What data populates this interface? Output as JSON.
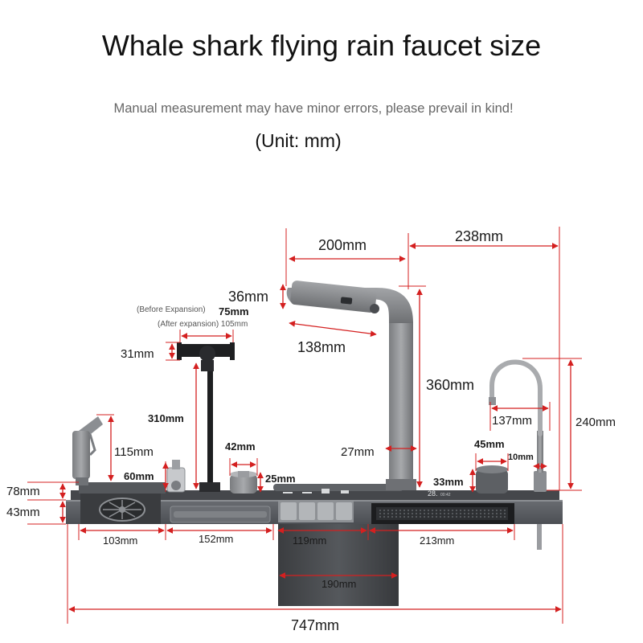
{
  "header": {
    "title": "Whale shark flying rain faucet size",
    "subtitle": "Manual measurement may have minor errors, please prevail in kind!",
    "unit": "(Unit: mm)"
  },
  "dimensions": {
    "d200": "200mm",
    "d238": "238mm",
    "d36": "36mm",
    "d138": "138mm",
    "d360": "360mm",
    "d27": "27mm",
    "before_expansion": "(Before Expansion)",
    "d75": "75mm",
    "after_expansion": "(After expansion) 105mm",
    "d31": "31mm",
    "d310": "310mm",
    "d115": "115mm",
    "d60": "60mm",
    "d42": "42mm",
    "d25": "25mm",
    "d78": "78mm",
    "d43": "43mm",
    "d137": "137mm",
    "d240": "240mm",
    "d45": "45mm",
    "d10": "10mm",
    "d33": "33mm",
    "d103": "103mm",
    "d152": "152mm",
    "d119": "119mm",
    "d213": "213mm",
    "d190": "190mm",
    "d747": "747mm"
  },
  "display": {
    "readout": "28.",
    "readout_small": "00:42"
  },
  "colors": {
    "dimension_line": "#d42020",
    "sink_body": "#5a5d62",
    "faucet_metal": "#8a8c8f",
    "sink_dark": "#2f3134"
  }
}
